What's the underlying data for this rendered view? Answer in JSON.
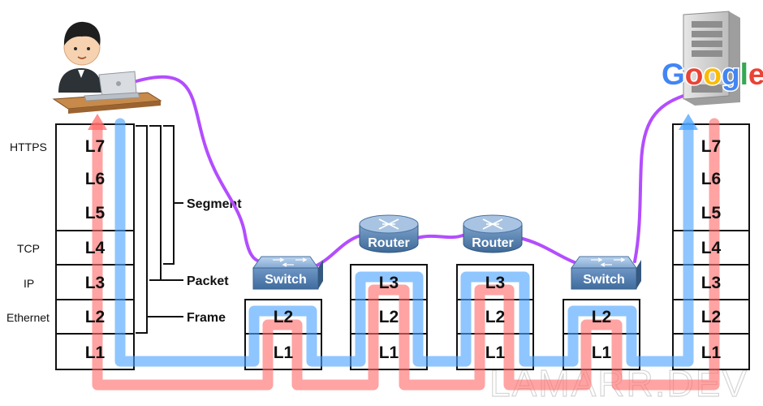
{
  "protocols": {
    "https": "HTTPS",
    "tcp": "TCP",
    "ip": "IP",
    "ethernet": "Ethernet"
  },
  "layers": {
    "l7": "L7",
    "l6": "L6",
    "l5": "L5",
    "l4": "L4",
    "l3": "L3",
    "l2": "L2",
    "l1": "L1"
  },
  "units": {
    "segment": "Segment",
    "packet": "Packet",
    "frame": "Frame"
  },
  "devices": {
    "switch_1": "Switch",
    "router_1": "Router",
    "router_2": "Router",
    "switch_2": "Switch"
  },
  "logo": {
    "text": "Google",
    "letters": [
      "G",
      "o",
      "o",
      "g",
      "l",
      "e"
    ],
    "colors": [
      "#4285F4",
      "#EA4335",
      "#FBBC05",
      "#4285F4",
      "#34A853",
      "#EA4335"
    ]
  },
  "watermark": "LAMARR.DEV",
  "colors": {
    "flow_red": "#ff6b6b",
    "flow_blue": "#4aa3ff",
    "link_purple": "#b34dff",
    "device_blue": "#5b86b8"
  },
  "icons": {
    "client": "person-with-laptop-icon",
    "server": "server-tower-icon",
    "switch": "network-switch-icon",
    "router": "network-router-icon"
  }
}
